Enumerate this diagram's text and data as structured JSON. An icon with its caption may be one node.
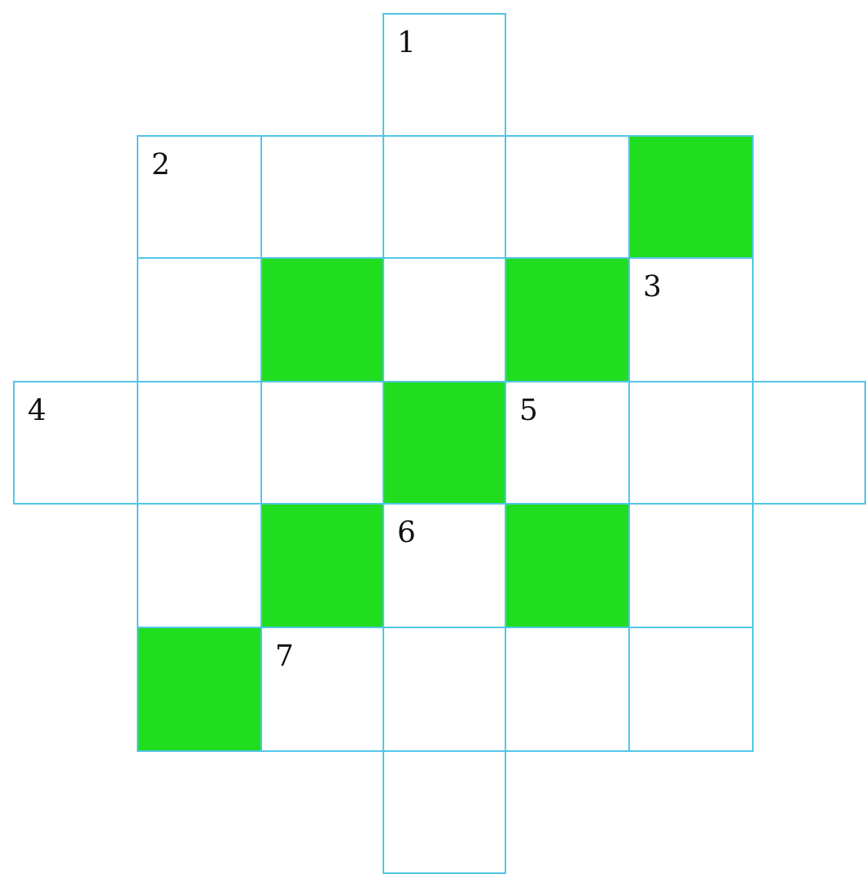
{
  "diagram": {
    "labels": [
      "1",
      "2",
      "3",
      "4",
      "5",
      "6",
      "7"
    ]
  }
}
